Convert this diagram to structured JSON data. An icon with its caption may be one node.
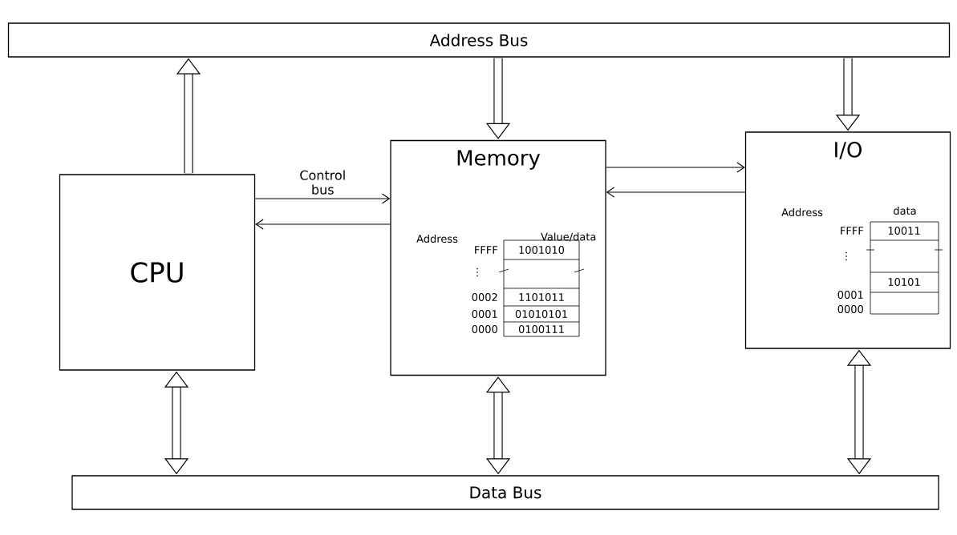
{
  "diagram": {
    "nodes": [
      {
        "text": [
          "Address Bus"
        ]
      },
      {
        "text": [
          "CPU"
        ]
      },
      {
        "text": [
          "Memory"
        ]
      },
      {
        "text": [
          "I/O"
        ]
      },
      {
        "text": [
          "Data Bus"
        ]
      }
    ],
    "edges": [
      {
        "from": 1,
        "to": 0,
        "arrow": "to"
      },
      {
        "from": 0,
        "to": 2,
        "arrow": "to"
      },
      {
        "from": 0,
        "to": 3,
        "arrow": "to"
      },
      {
        "from": 1,
        "to": 2,
        "arrow": "to",
        "label": "Control bus"
      },
      {
        "from": 2,
        "to": 1,
        "arrow": "to"
      },
      {
        "from": 2,
        "to": 3,
        "arrow": "to"
      },
      {
        "from": 3,
        "to": 2,
        "arrow": "to"
      },
      {
        "from": 1,
        "to": 4,
        "arrow": "both"
      },
      {
        "from": 2,
        "to": 4,
        "arrow": "both"
      },
      {
        "from": 3,
        "to": 4,
        "arrow": "both"
      }
    ],
    "labels": [
      "Address",
      "Value/data",
      "FFFF",
      "1001010",
      "⋮",
      "0002",
      "1101011",
      "0001",
      "01010101",
      "0000",
      "0100111",
      "Address",
      "data",
      "FFFF",
      "10011",
      "⋮",
      "10101",
      "0001",
      "0000"
    ]
  }
}
